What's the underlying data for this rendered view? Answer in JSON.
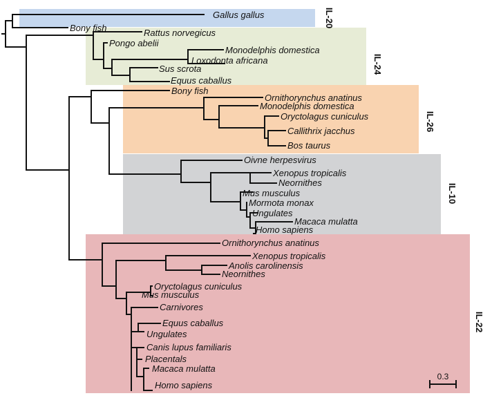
{
  "clades": [
    {
      "id": "il20",
      "label": "IL-20",
      "color": "#c5d7ee"
    },
    {
      "id": "il24",
      "label": "IL-24",
      "color": "#e7ecd6"
    },
    {
      "id": "il26",
      "label": "IL-26",
      "color": "#f9d3b0"
    },
    {
      "id": "il10",
      "label": "IL-10",
      "color": "#d2d3d5"
    },
    {
      "id": "il22",
      "label": "IL-22",
      "color": "#e8b7b9"
    }
  ],
  "leaves": {
    "il20": [
      "Gallus gallus",
      "Bony fish"
    ],
    "il24": [
      "Rattus norvegicus",
      "Pongo abelii",
      "Monodelphis domestica",
      "Loxodonta africana",
      "Sus scrota",
      "Equus caballus"
    ],
    "il26": [
      "Bony fish",
      "Ornithorynchus anatinus",
      "Monodelphis domestica",
      "Oryctolagus cuniculus",
      "Callithrix jacchus",
      "Bos taurus"
    ],
    "il10": [
      "Oivne herpesvirus",
      "Xenopus tropicalis",
      "Neornithes",
      "Mus musculus",
      "Mormota monax",
      "Ungulates",
      "Macaca mulatta",
      "Homo sapiens"
    ],
    "il22": [
      "Ornithorynchus anatinus",
      "Xenopus tropicalis",
      "Anolis carolinensis",
      "Neornithes",
      "Oryctolagus cuniculus",
      "Mus musculus",
      "Carnivores",
      "Equus caballus",
      "Ungulates",
      "Canis lupus familiaris",
      "Placentals",
      "Macaca mulatta",
      "Homo sapiens"
    ]
  },
  "scale_bar": {
    "value": "0.3"
  }
}
